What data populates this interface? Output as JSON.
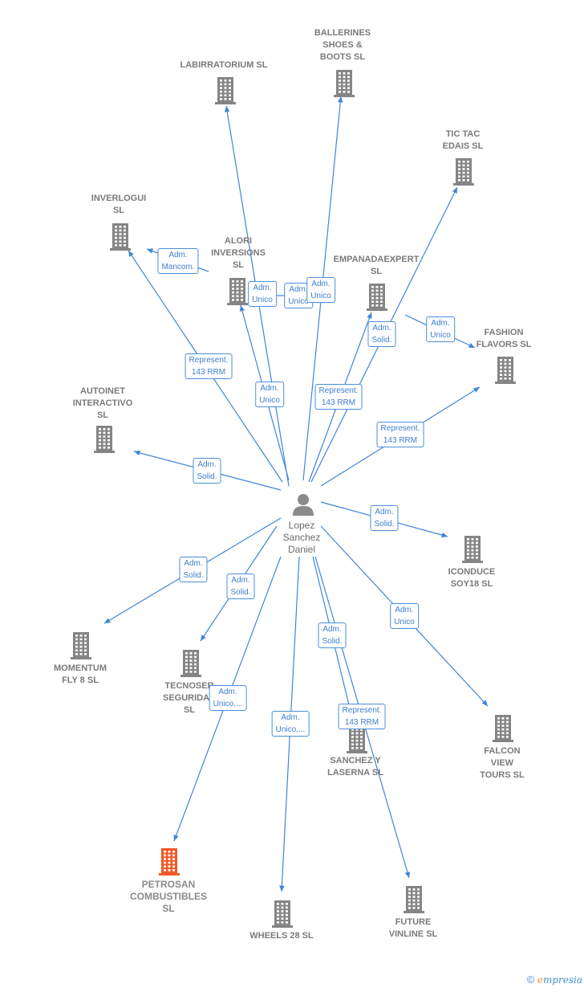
{
  "center": {
    "name": "Lopez\nSanchez\nDaniel"
  },
  "companies": [
    {
      "id": "labirratorium",
      "name": "LABIRRATORIUM SL",
      "highlight": false
    },
    {
      "id": "ballerines",
      "name": "BALLERINES\nSHOES &\nBOOTS SL",
      "highlight": false
    },
    {
      "id": "tictac",
      "name": "TIC TAC\nEDAIS SL",
      "highlight": false
    },
    {
      "id": "inverlogui",
      "name": "INVERLOGUI\nSL",
      "highlight": false
    },
    {
      "id": "alori",
      "name": "ALORI\nINVERSIONS\nSL",
      "highlight": false
    },
    {
      "id": "empanada",
      "name": "EMPANADAEXPERT\nSL",
      "highlight": false
    },
    {
      "id": "fashion",
      "name": "FASHION\nFLAVORS SL",
      "highlight": false
    },
    {
      "id": "autoinet",
      "name": "AUTOINET\nINTERACTIVO\nSL",
      "highlight": false
    },
    {
      "id": "iconduce",
      "name": "ICONDUCE\nSOY18 SL",
      "highlight": false
    },
    {
      "id": "momentum",
      "name": "MOMENTUM\nFLY 8 SL",
      "highlight": false
    },
    {
      "id": "tecnoser",
      "name": "TECNOSER\nSEGURIDAD\nSL",
      "highlight": false
    },
    {
      "id": "falcon",
      "name": "FALCON\nVIEW\nTOURS SL",
      "highlight": false
    },
    {
      "id": "sanchez",
      "name": "SANCHEZ Y\nLASERNA SL",
      "highlight": false
    },
    {
      "id": "petrosan",
      "name": "PETROSAN\nCOMBUSTIBLES\nSL",
      "highlight": true
    },
    {
      "id": "wheels",
      "name": "WHEELS 28 SL",
      "highlight": false
    },
    {
      "id": "future",
      "name": "FUTURE\nVINLINE SL",
      "highlight": false
    }
  ],
  "relations": [
    {
      "id": "r_inverlogui",
      "label": "Adm.\nMancom."
    },
    {
      "id": "r_alori",
      "label": "Adm.\nUnico"
    },
    {
      "id": "r_labir",
      "label": "Adm.\nUnico"
    },
    {
      "id": "r_ballerines",
      "label": "Adm.\nUnico"
    },
    {
      "id": "r_empanada",
      "label": "Adm.\nSolid."
    },
    {
      "id": "r_fashion1",
      "label": "Adm.\nUnico"
    },
    {
      "id": "r_rep_inverlogui",
      "label": "Represent.\n143 RRM"
    },
    {
      "id": "r_alori2",
      "label": "Adm.\nUnico"
    },
    {
      "id": "r_rep_ballerines",
      "label": "Represent.\n143 RRM"
    },
    {
      "id": "r_rep_fashion",
      "label": "Represent.\n143 RRM"
    },
    {
      "id": "r_autoinet",
      "label": "Adm.\nSolid."
    },
    {
      "id": "r_iconduce",
      "label": "Adm.\nSolid."
    },
    {
      "id": "r_momentum",
      "label": "Adm.\nSolid."
    },
    {
      "id": "r_tecnoser",
      "label": "Adm.\nSolid."
    },
    {
      "id": "r_falcon",
      "label": "Adm.\nUnico"
    },
    {
      "id": "r_sanchez",
      "label": "Adm.\nSolid."
    },
    {
      "id": "r_petrosan",
      "label": "Adm.\nUnico,..."
    },
    {
      "id": "r_wheels",
      "label": "Adm.\nUnico,..."
    },
    {
      "id": "r_future",
      "label": "Represent.\n143 RRM"
    }
  ],
  "footer": {
    "copyright": "©",
    "brand_initial": "e",
    "brand_rest": "mpresia"
  },
  "colors": {
    "edge": "#3f86d9",
    "building": "#858585",
    "building_highlight": "#f05a28",
    "person": "#8a8a8a"
  }
}
